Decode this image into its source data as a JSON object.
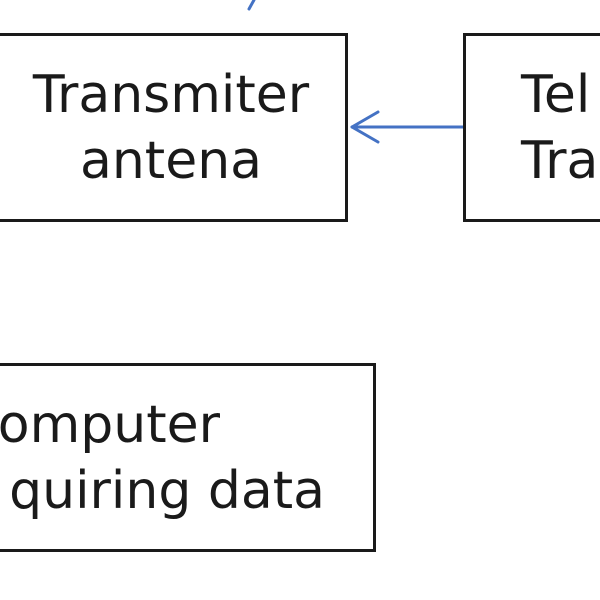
{
  "colors": {
    "box_border": "#1a1a1a",
    "text": "#1a1a1a",
    "connector": "#4472c4"
  },
  "nodes": {
    "transmitter_antenna": {
      "line1": "Transmiter",
      "line2": "antena"
    },
    "telemetry_transmitter": {
      "line1": "Tel",
      "line2": "Tra"
    },
    "computer": {
      "line1": "Computer",
      "line2": "quiring data"
    }
  },
  "edges": [
    {
      "from": "telemetry_transmitter",
      "to": "transmitter_antenna",
      "style": "arrow"
    },
    {
      "from": "offscreen-top",
      "to": "offscreen-top",
      "style": "line-fragment"
    }
  ]
}
